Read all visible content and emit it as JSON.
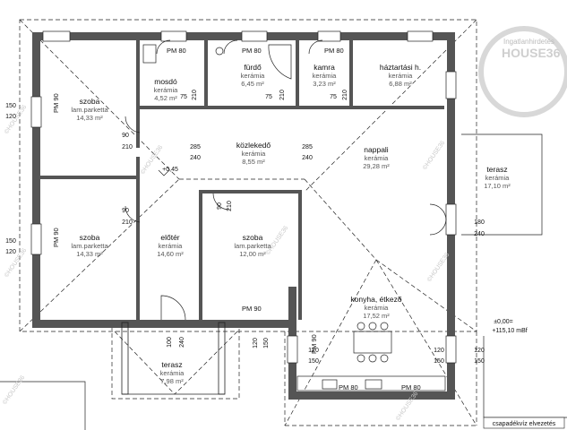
{
  "rooms": {
    "mosdo": {
      "name": "mosdó",
      "floor": "kerámia",
      "area": "4,52 m²"
    },
    "furdo": {
      "name": "fürdő",
      "floor": "kerámia",
      "area": "6,45 m²"
    },
    "kamra": {
      "name": "kamra",
      "floor": "kerámia",
      "area": "3,23 m²"
    },
    "haztartasi": {
      "name": "háztartási h.",
      "floor": "kerámia",
      "area": "6,88 m²"
    },
    "szoba1": {
      "name": "szoba",
      "floor": "lam.parketta",
      "area": "14,33 m²"
    },
    "kozlekedo": {
      "name": "közlekedő",
      "floor": "kerámia",
      "area": "8,55 m²"
    },
    "nappali": {
      "name": "nappali",
      "floor": "kerámia",
      "area": "29,28 m²"
    },
    "szoba2": {
      "name": "szoba",
      "floor": "lam.parketta",
      "area": "14,33 m²"
    },
    "eloter": {
      "name": "előtér",
      "floor": "kerámia",
      "area": "14,60 m²"
    },
    "szoba3": {
      "name": "szoba",
      "floor": "lam.parketta",
      "area": "12,00 m²"
    },
    "terasz_right": {
      "name": "terasz",
      "floor": "kerámia",
      "area": "17,10 m²"
    },
    "konyha": {
      "name": "konyha, étkező",
      "floor": "kerámia",
      "area": "17,52 m²"
    },
    "terasz_front": {
      "name": "terasz",
      "floor": "kerámia",
      "area": "7,98 m²"
    }
  },
  "door_labels": {
    "pm_mosdo": "PM 80",
    "pm_furdo": "PM 80",
    "pm_kamra": "PM 80",
    "pm_szoba1": "PM 90",
    "pm_szoba2": "PM 90",
    "pm_szoba3": "PM 90",
    "pm_konyha": "PM 90",
    "pm_k1": "PM 80",
    "pm_k2": "PM 80"
  },
  "dimensions": {
    "d150a": "150",
    "d120a": "120",
    "d150b": "150",
    "d120b": "120",
    "d90a": "90",
    "d210a": "210",
    "d90b": "90",
    "d210b": "210",
    "d75a": "75",
    "d210c": "210",
    "d75b": "75",
    "d210d": "210",
    "d75c": "75",
    "d210e": "210",
    "d285a": "285",
    "d240a": "240",
    "d285b": "285",
    "d240b": "240",
    "d90c": "90",
    "d210f": "210",
    "d180": "180",
    "d240c": "240",
    "d100": "100",
    "d240d": "240",
    "d120c": "120",
    "d150c": "150",
    "d120d": "120",
    "d150d": "150",
    "d120e": "120",
    "d150e": "150",
    "d120f": "120",
    "d150f": "150"
  },
  "levels": {
    "main": "+0,45",
    "terrace": "±0,00=",
    "terrace_abs": "+115,10 mBf"
  },
  "note": "csapadékvíz elvezetés",
  "watermarks": {
    "side": "Ingatlanhirdetés",
    "logo": "HOUSE36",
    "small": "©HOUSE36"
  },
  "colors": {
    "wall": "#555555",
    "line": "#222222",
    "watermark": "#c9c9c9"
  }
}
